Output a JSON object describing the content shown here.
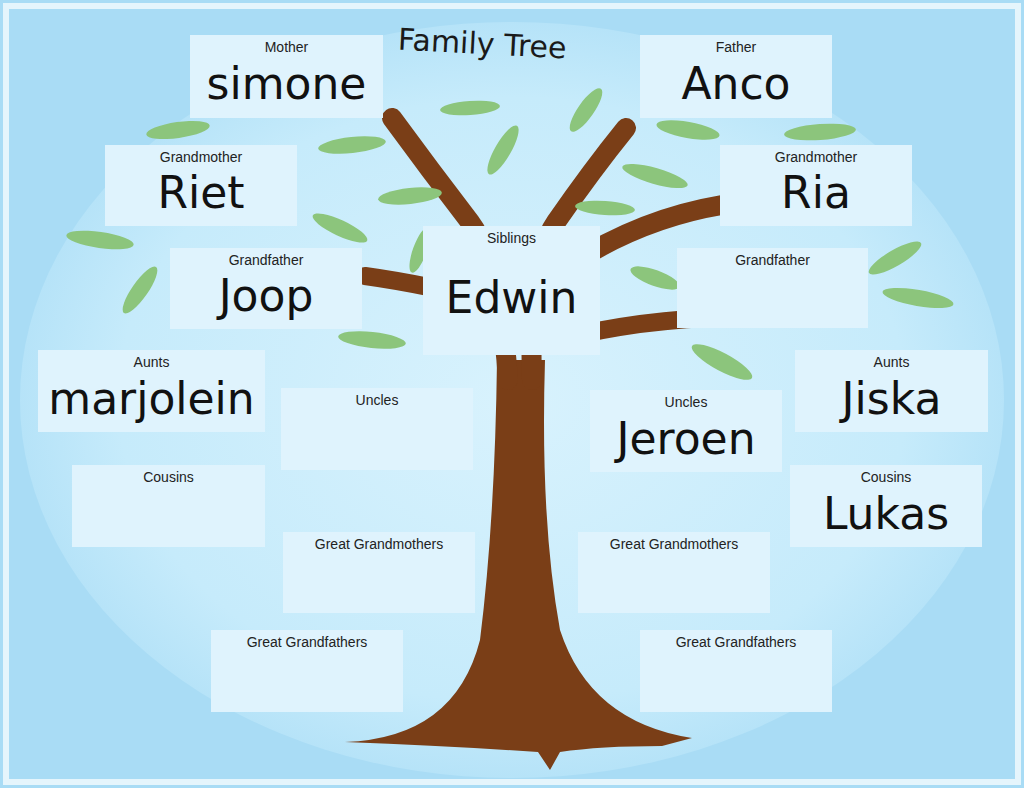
{
  "diagram": {
    "title": "Family Tree",
    "nodes": [
      {
        "text": [
          "Mother",
          "simone"
        ]
      },
      {
        "text": [
          "Father",
          "Anco"
        ]
      },
      {
        "text": [
          "Grandmother",
          "Riet"
        ]
      },
      {
        "text": [
          "Grandmother",
          "Ria"
        ]
      },
      {
        "text": [
          "Grandfather",
          "Joop"
        ]
      },
      {
        "text": [
          "Siblings",
          "Edwin"
        ]
      },
      {
        "text": [
          "Grandfather"
        ]
      },
      {
        "text": [
          "Aunts",
          "marjolein"
        ]
      },
      {
        "text": [
          "Aunts",
          "Jiska"
        ]
      },
      {
        "text": [
          "Uncles"
        ]
      },
      {
        "text": [
          "Uncles",
          "Jeroen"
        ]
      },
      {
        "text": [
          "Cousins"
        ]
      },
      {
        "text": [
          "Cousins",
          "Lukas"
        ]
      },
      {
        "text": [
          "Great Grandmothers"
        ]
      },
      {
        "text": [
          "Great Grandmothers"
        ]
      },
      {
        "text": [
          "Great Grandfathers"
        ]
      },
      {
        "text": [
          "Great Grandfathers"
        ]
      }
    ]
  }
}
